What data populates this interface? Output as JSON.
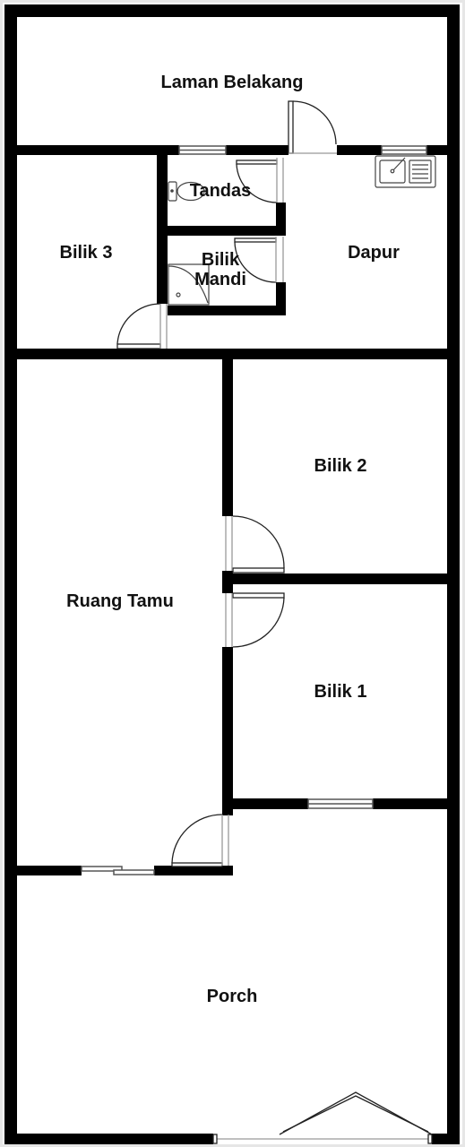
{
  "plan": {
    "colors": {
      "wall": "#000000",
      "background": "#ffffff",
      "frame": "#e6e6e6",
      "fixture_stroke": "#555555",
      "label": "#111111"
    },
    "rooms": [
      {
        "id": "laman-belakang",
        "label": "Laman Belakang"
      },
      {
        "id": "bilik-3",
        "label": "Bilik 3"
      },
      {
        "id": "tandas",
        "label": "Tandas"
      },
      {
        "id": "bilik-mandi",
        "label": "Bilik\nMandi"
      },
      {
        "id": "dapur",
        "label": "Dapur"
      },
      {
        "id": "ruang-tamu",
        "label": "Ruang Tamu"
      },
      {
        "id": "bilik-2",
        "label": "Bilik 2"
      },
      {
        "id": "bilik-1",
        "label": "Bilik 1"
      },
      {
        "id": "porch",
        "label": "Porch"
      }
    ],
    "fixtures": [
      "toilet-icon",
      "shower-icon",
      "sink-icon"
    ]
  }
}
